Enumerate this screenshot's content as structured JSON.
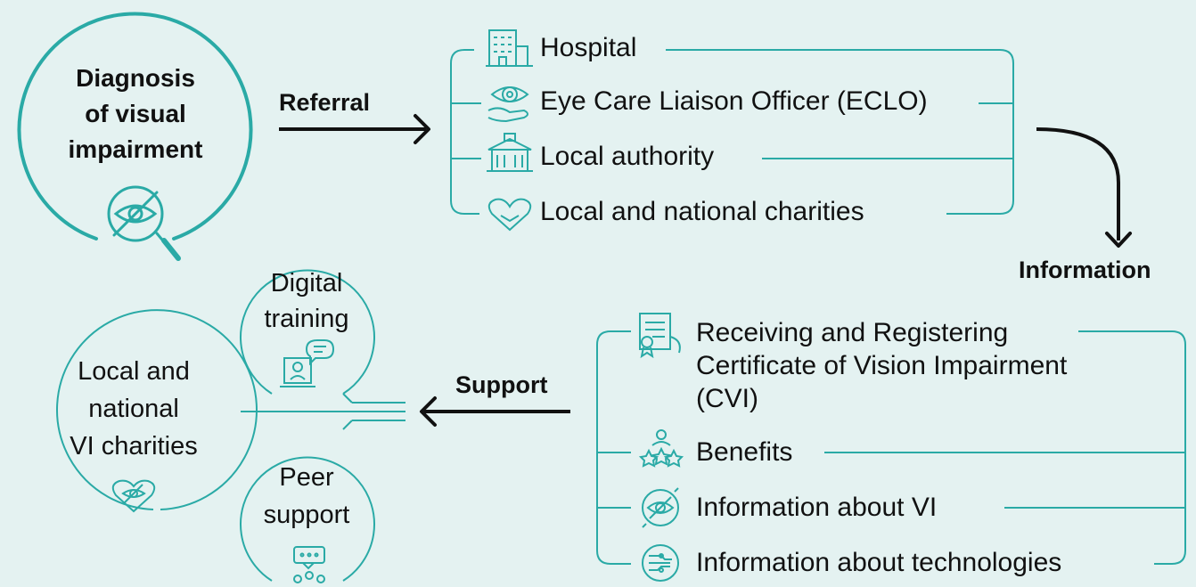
{
  "colors": {
    "background": "#e4f2f1",
    "teal": "#2aaaa6",
    "arrow": "#111111",
    "text": "#111111"
  },
  "diagnosis": {
    "lines": [
      "Diagnosis",
      "of visual",
      "impairment"
    ],
    "icon": "eye-crossed-magnifier-icon"
  },
  "referral": {
    "label": "Referral"
  },
  "referral_targets": [
    {
      "label": "Hospital",
      "icon": "hospital-building-icon"
    },
    {
      "label": "Eye Care Liaison Officer (ECLO)",
      "icon": "eye-hand-icon"
    },
    {
      "label": "Local authority",
      "icon": "town-hall-icon"
    },
    {
      "label": "Local and national charities",
      "icon": "heart-hands-icon"
    }
  ],
  "information": {
    "label": "Information"
  },
  "information_items": [
    {
      "lines": [
        "Receiving and Registering",
        "Certificate of Vision Impairment",
        "(CVI)"
      ],
      "icon": "certificate-icon"
    },
    {
      "lines": [
        "Benefits"
      ],
      "icon": "person-stars-icon"
    },
    {
      "lines": [
        "Information about VI"
      ],
      "icon": "eye-cycle-icon"
    },
    {
      "lines": [
        "Information about technologies"
      ],
      "icon": "technology-cycle-icon"
    }
  ],
  "support": {
    "label": "Support"
  },
  "support_options": [
    {
      "lines": [
        "Digital",
        "training"
      ],
      "icon": "laptop-chat-icon"
    },
    {
      "lines": [
        "Local and",
        "national",
        "VI charities"
      ],
      "icon": "heart-eye-icon"
    },
    {
      "lines": [
        "Peer",
        "support"
      ],
      "icon": "group-chat-icon"
    }
  ]
}
